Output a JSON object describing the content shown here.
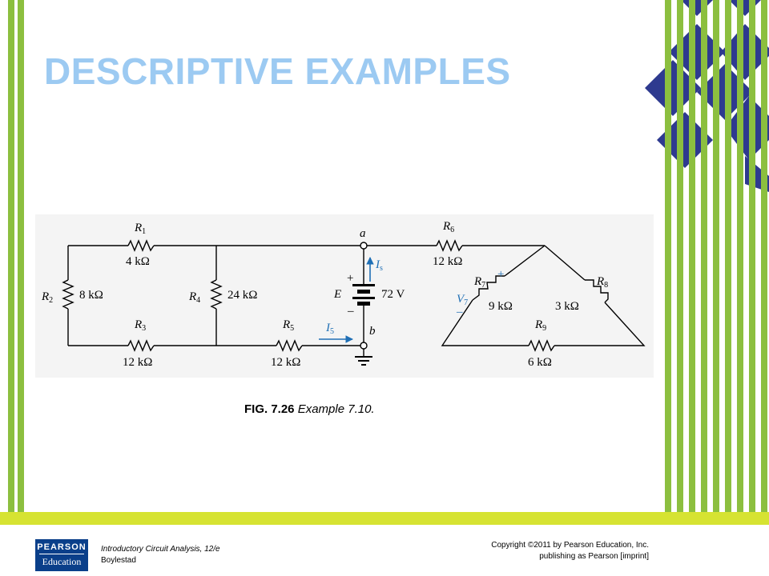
{
  "slide": {
    "title": "DESCRIPTIVE EXAMPLES",
    "caption": {
      "label": "FIG. 7.26",
      "text": "Example 7.10."
    }
  },
  "circuit": {
    "resistors": [
      {
        "name": "R",
        "sub": "1",
        "value": "4 kΩ"
      },
      {
        "name": "R",
        "sub": "2",
        "value": "8 kΩ"
      },
      {
        "name": "R",
        "sub": "3",
        "value": "12 kΩ"
      },
      {
        "name": "R",
        "sub": "4",
        "value": "24 kΩ"
      },
      {
        "name": "R",
        "sub": "5",
        "value": "12 kΩ"
      },
      {
        "name": "R",
        "sub": "6",
        "value": "12 kΩ"
      },
      {
        "name": "R",
        "sub": "7",
        "value": "9 kΩ"
      },
      {
        "name": "R",
        "sub": "8",
        "value": "3 kΩ"
      },
      {
        "name": "R",
        "sub": "9",
        "value": "6 kΩ"
      }
    ],
    "source": {
      "name": "E",
      "value": "72 V",
      "plus": "+",
      "minus": "–"
    },
    "nodes": {
      "a": "a",
      "b": "b"
    },
    "currents": {
      "is_name": "I",
      "is_sub": "s",
      "i5_name": "I",
      "i5_sub": "5"
    },
    "voltage": {
      "name": "V",
      "sub": "7",
      "plus": "+",
      "minus": "–"
    }
  },
  "footer": {
    "logo_top": "PEARSON",
    "logo_bottom": "Education",
    "book_title": "Introductory Circuit Analysis, 12/e",
    "author": "Boylestad",
    "copyright_line1": "Copyright ©2011 by Pearson Education, Inc.",
    "copyright_line2": "publishing as Pearson [imprint]"
  },
  "colors": {
    "stripe_green": "#8cbf3f",
    "diamond_navy": "#2e3a8f",
    "title_blue": "#9ccaf2",
    "footer_band": "#d6e332",
    "arrow_blue": "#1f6fb5",
    "logo_navy": "#0a3f8a"
  }
}
